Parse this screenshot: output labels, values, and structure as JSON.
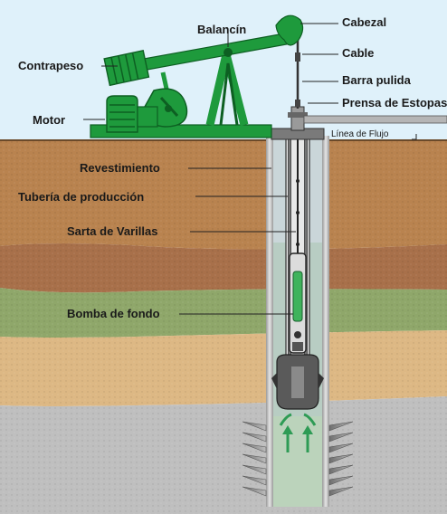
{
  "labels": {
    "cabezal": "Cabezal",
    "balancin": "Balancín",
    "cable": "Cable",
    "contrapeso": "Contrapeso",
    "barra_pulida": "Barra pulida",
    "prensa": "Prensa de Estopas",
    "motor": "Motor",
    "linea_flujo": "Línea de Flujo",
    "revestimiento": "Revestimiento",
    "tuberia": "Tubería de producción",
    "sarta": "Sarta de Varillas",
    "bomba": "Bomba de fondo"
  },
  "colors": {
    "sky": "#dff1fa",
    "machine_green": "#1e9a3c",
    "machine_dark": "#0d5f22",
    "soil_top": "#b9834f",
    "soil_mid": "#a8704a",
    "soil_green": "#8fa76a",
    "soil_sand": "#ddb884",
    "soil_gray": "#bfbfbf",
    "casing": "#d8d8d8",
    "tubing": "#555555",
    "fluid": "#3fb35c"
  }
}
